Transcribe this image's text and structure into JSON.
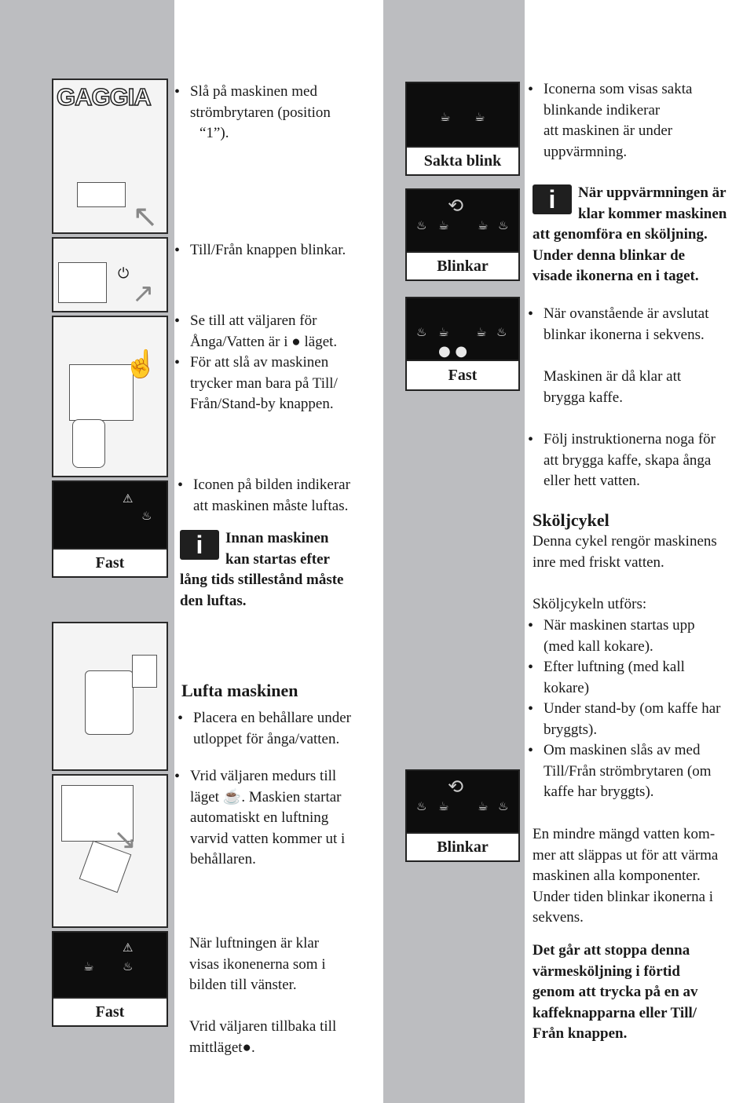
{
  "brand": "GAGGIA",
  "left": {
    "s1": [
      "Slå på maskinen med",
      "strömbrytaren (position",
      "“1”)."
    ],
    "s2": "Till/Från knappen blinkar.",
    "s3a": [
      "Se till att väljaren för",
      "Ånga/Vatten är i ● läget."
    ],
    "s3b": [
      "För att slå av maskinen",
      "trycker man bara på Till/",
      "Från/Stand-by knappen."
    ],
    "s4": [
      "Iconen på bilden indikerar",
      "att maskinen måste luftas."
    ],
    "info1": [
      "Innan maskinen",
      "kan startas efter",
      "lång tids stillestånd måste",
      "den luftas."
    ],
    "heading": "Lufta maskinen",
    "s5": [
      "Placera en behållare under",
      "utloppet för ånga/vatten."
    ],
    "s6": [
      "Vrid väljaren medurs till",
      "läget ☕. Maskien startar",
      "automatiskt en luftning",
      "varvid vatten kommer ut i",
      "behållaren."
    ],
    "s7": [
      "När luftningen är klar",
      "visas ikonenerna som i",
      "bilden till vänster."
    ],
    "s8": [
      "Vrid väljaren tillbaka till",
      "mittläget●."
    ],
    "panel_fast1": "Fast",
    "panel_fast2": "Fast"
  },
  "right": {
    "panel1": "Sakta blink",
    "panel2": "Blinkar",
    "panel3": "Fast",
    "panel4": "Blinkar",
    "r1": [
      "Iconerna som visas sakta",
      "blinkande indikerar",
      "att maskinen är under",
      "uppvärmning."
    ],
    "info2": [
      "När uppvärmningen är",
      "klar kommer maskinen",
      "att genomföra en sköljning.",
      "Under denna blinkar de",
      "visade ikonerna en i taget."
    ],
    "r2": [
      "När ovanstående är avslutat",
      "blinkar ikonerna i sekvens."
    ],
    "r3": [
      "Maskinen är då klar att",
      "brygga kaffe."
    ],
    "r4": [
      "Följ instruktionerna noga för",
      "att brygga kaffe, skapa ånga",
      "eller hett vatten."
    ],
    "heading": "Sköljcykel",
    "r5": [
      "Denna cykel rengör maskinens",
      "inre med friskt vatten."
    ],
    "r6": "Sköljcykeln utförs:",
    "list": [
      [
        "När maskinen startas upp",
        "(med kall kokare)."
      ],
      [
        "Efter luftning (med kall",
        "kokare)"
      ],
      [
        "Under stand-by (om kaffe har",
        "bryggts)."
      ],
      [
        "Om maskinen slås av med",
        "Till/Från strömbrytaren (om",
        "kaffe har bryggts)."
      ]
    ],
    "r7": [
      "En mindre mängd vatten kom-",
      "mer att släppas ut för att värma",
      "maskinen alla komponenter.",
      "Under tiden blinkar ikonerna i",
      "sekvens."
    ],
    "r8": [
      "Det går att stoppa denna",
      "värmesköljning i förtid",
      "genom att trycka på en av",
      "kaffeknapparna eller Till/",
      "Från knappen."
    ]
  },
  "colors": {
    "band": "#bcbdc0",
    "panel": "#0d0d0d"
  }
}
